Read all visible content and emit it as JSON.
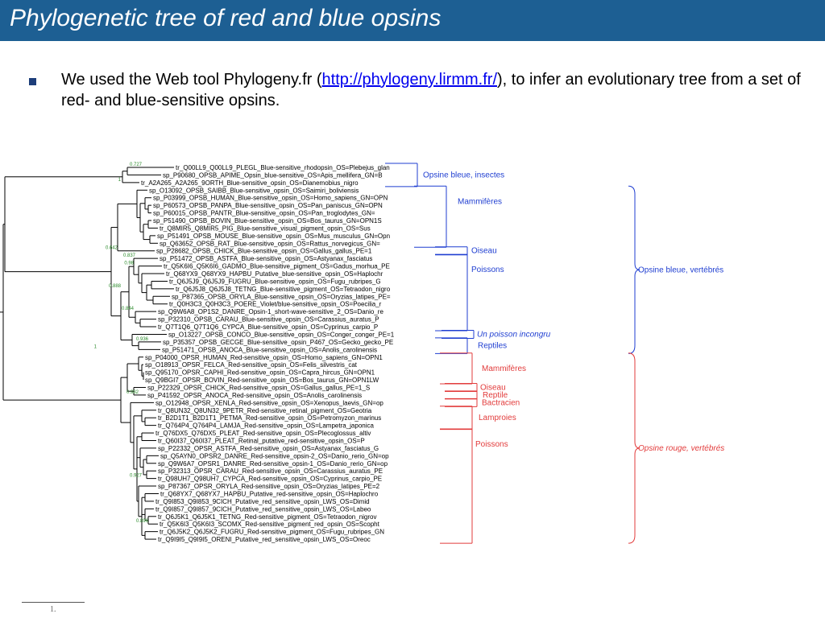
{
  "title": "Phylogenetic tree of red and blue opsins",
  "bullet": {
    "before": "We used the Web tool Phylogeny.fr (",
    "link": "http://phylogeny.lirmm.fr/",
    "after": "), to infer an evolutionary tree from a set of red- and blue-sensitive opsins."
  },
  "footnote": "1.",
  "colors": {
    "header": "#1d5f93",
    "blue_box": "#1f3ed1",
    "red_box": "#e23b3b",
    "branch": "#000000",
    "support": "#2a8a2a"
  },
  "leaves": [
    "tr_Q00LL9_Q00LL9_PLEGL_Blue-sensitive_rhodopsin_OS=Plebejus_glan",
    "sp_P90680_OPSB_APIME_Opsin_blue-sensitive_OS=Apis_mellifera_GN=B",
    "tr_A2A265_A2A265_9ORTH_Blue-sensitive_opsin_OS=Dianemobius_nigro",
    "sp_O13092_OPSB_SAIBB_Blue-sensitive_opsin_OS=Saimiri_boliviensis",
    "sp_P03999_OPSB_HUMAN_Blue-sensitive_opsin_OS=Homo_sapiens_GN=OPN",
    "sp_P60573_OPSB_PANPA_Blue-sensitive_opsin_OS=Pan_paniscus_GN=OPN",
    "sp_P60015_OPSB_PANTR_Blue-sensitive_opsin_OS=Pan_troglodytes_GN=",
    "sp_P51490_OPSB_BOVIN_Blue-sensitive_opsin_OS=Bos_taurus_GN=OPN1S",
    "tr_Q8MIR5_Q8MIR5_PIG_Blue-sensitive_visual_pigment_opsin_OS=Sus",
    "sp_P51491_OPSB_MOUSE_Blue-sensitive_opsin_OS=Mus_musculus_GN=Opn",
    "sp_Q63652_OPSB_RAT_Blue-sensitive_opsin_OS=Rattus_norvegicus_GN=",
    "sp_P28682_OPSB_CHICK_Blue-sensitive_opsin_OS=Gallus_gallus_PE=1",
    "sp_P51472_OPSB_ASTFA_Blue-sensitive_opsin_OS=Astyanax_fasciatus",
    "tr_Q5K6I6_Q5K6I6_GADMO_Blue-sensitive_pigment_OS=Gadus_morhua_PE",
    "tr_Q68YX9_Q68YX9_HAPBU_Putative_blue-sensitive_opsin_OS=Haplochr",
    "tr_Q6J5J9_Q6J5J9_FUGRU_Blue-sensitive_opsin_OS=Fugu_rubripes_G",
    "tr_Q6J5J8_Q6J5J8_TETNG_Blue-sensitive_pigment_OS=Tetraodon_nigro",
    "sp_P87365_OPSB_ORYLA_Blue-sensitive_opsin_OS=Oryzias_latipes_PE=",
    "tr_Q0H3C3_Q0H3C3_POERE_Violet/blue-sensitive_opsin_OS=Poecilia_r",
    "sp_Q9W6A8_OP1S2_DANRE_Opsin-1_short-wave-sensitive_2_OS=Danio_re",
    "sp_P32310_OPSB_CARAU_Blue-sensitive_opsin_OS=Carassius_auratus_P",
    "tr_Q7T1Q6_Q7T1Q6_CYPCA_Blue-sensitive_opsin_OS=Cyprinus_carpio_P",
    "sp_O13227_OPSB_CONCO_Blue-sensitive_opsin_OS=Conger_conger_PE=1",
    "sp_P35357_OPSB_GECGE_Blue-sensitive_opsin_P467_OS=Gecko_gecko_PE",
    "sp_P51471_OPSB_ANOCA_Blue-sensitive_opsin_OS=Anolis_carolinensis",
    "sp_P04000_OPSR_HUMAN_Red-sensitive_opsin_OS=Homo_sapiens_GN=OPN1",
    "sp_O18913_OPSR_FELCA_Red-sensitive_opsin_OS=Felis_silvestris_cat",
    "sp_Q95170_OPSR_CAPHI_Red-sensitive_opsin_OS=Capra_hircus_GN=OPN1",
    "sp_Q9BGI7_OPSR_BOVIN_Red-sensitive_opsin_OS=Bos_taurus_GN=OPN1LW",
    "sp_P22329_OPSR_CHICK_Red-sensitive_opsin_OS=Gallus_gallus_PE=1_S",
    "sp_P41592_OPSR_ANOCA_Red-sensitive_opsin_OS=Anolis_carolinensis",
    "sp_O12948_OPSR_XENLA_Red-sensitive_opsin_OS=Xenopus_laevis_GN=op",
    "tr_Q8UN32_Q8UN32_9PETR_Red-sensitive_retinal_pigment_OS=Geotria",
    "tr_B2D1T1_B2D1T1_PETMA_Red-sensitive_opsin_OS=Petromyzon_marinus",
    "tr_Q764P4_Q764P4_LAMJA_Red-sensitive_opsin_OS=Lampetra_japonica",
    "tr_Q76DX5_Q76DX5_PLEAT_Red-sensitive_opsin_OS=Plecoglossus_altiv",
    "tr_Q60I37_Q60I37_PLEAT_Retinal_putative_red-sensitive_opsin_OS=P",
    "sp_P22332_OPSR_ASTFA_Red-sensitive_opsin_OS=Astyanax_fasciatus_G",
    "sp_Q5AYN0_OPSR2_DANRE_Red-sensitive_opsin-2_OS=Danio_rerio_GN=op",
    "sp_Q9W6A7_OPSR1_DANRE_Red-sensitive_opsin-1_OS=Danio_rerio_GN=op",
    "sp_P32313_OPSR_CARAU_Red-sensitive_opsin_OS=Carassius_auratus_PE",
    "tr_Q98UH7_Q98UH7_CYPCA_Red-sensitive_opsin_OS=Cyprinus_carpio_PE",
    "sp_P87367_OPSR_ORYLA_Red-sensitive_opsin_OS=Oryzias_latipes_PE=2",
    "tr_Q68YX7_Q68YX7_HAPBU_Putative_red-sensitive_opsin_OS=Haplochro",
    "tr_Q9I853_Q9I853_9CICH_Putative_red_sensitive_opsin_LWS_OS=Dimid",
    "tr_Q9I857_Q9I857_9CICH_Putative_red_sensitive_opsin_LWS_OS=Labeo",
    "tr_Q6J5K1_Q6J5K1_TETNG_Red-sensitive_pigment_OS=Tetraodon_nigrov",
    "tr_Q5K6I3_Q5K6I3_SCOMX_Red-sensitive_pigment_red_opsin_OS=Scopht",
    "tr_Q6J5K2_Q6J5K2_FUGRU_Red-sensitive_pigment_OS=Fugu_rubripes_GN",
    "tr_Q9I9I5_Q9I9I5_ORENI_Putative_red_sensitive_opsin_LWS_OS=Oreoc"
  ],
  "groups": [
    {
      "label": "Opsine bleue, insectes",
      "from": 0,
      "to": 2,
      "color": "blue",
      "italic": false
    },
    {
      "label": "Mammifères",
      "from": 3,
      "to": 10,
      "color": "blue",
      "italic": false
    },
    {
      "label": "Oiseau",
      "from": 11,
      "to": 11,
      "color": "blue",
      "italic": false
    },
    {
      "label": "Poissons",
      "from": 12,
      "to": 21,
      "color": "blue",
      "italic": false
    },
    {
      "label": "Un poisson incongru",
      "from": 22,
      "to": 22,
      "color": "blue",
      "italic": true
    },
    {
      "label": "Reptiles",
      "from": 23,
      "to": 24,
      "color": "blue",
      "italic": false
    },
    {
      "label": "Mammifères",
      "from": 25,
      "to": 28,
      "color": "red",
      "italic": false
    },
    {
      "label": "Oiseau",
      "from": 29,
      "to": 29,
      "color": "red",
      "italic": false
    },
    {
      "label": "Reptile",
      "from": 30,
      "to": 30,
      "color": "red",
      "italic": false
    },
    {
      "label": "Bactracien",
      "from": 31,
      "to": 31,
      "color": "red",
      "italic": false
    },
    {
      "label": "Lamproies",
      "from": 32,
      "to": 34,
      "color": "red",
      "italic": false
    },
    {
      "label": "Poissons",
      "from": 35,
      "to": 49,
      "color": "red",
      "italic": false
    }
  ],
  "super_groups": [
    {
      "label": "Opsine bleue, vertébrés",
      "from": 3,
      "to": 24,
      "color": "blue",
      "italic": false
    },
    {
      "label": "Opsine rouge, vertébrés",
      "from": 25,
      "to": 49,
      "color": "red",
      "italic": true
    }
  ],
  "support_values": [
    {
      "label": "0.727",
      "leaf": 0
    },
    {
      "label": "1",
      "leaf": 2
    },
    {
      "label": "0.642",
      "leaf": 11
    },
    {
      "label": "0.837",
      "leaf": 12
    },
    {
      "label": "0.98",
      "leaf": 13
    },
    {
      "label": "0.888",
      "leaf": 16
    },
    {
      "label": "0.844",
      "leaf": 19
    },
    {
      "label": "1",
      "leaf": 24
    },
    {
      "label": "0.936",
      "leaf": 23
    },
    {
      "label": "0.982",
      "leaf": 30
    },
    {
      "label": "0.927",
      "leaf": 41
    },
    {
      "label": "0.896",
      "leaf": 47
    }
  ]
}
